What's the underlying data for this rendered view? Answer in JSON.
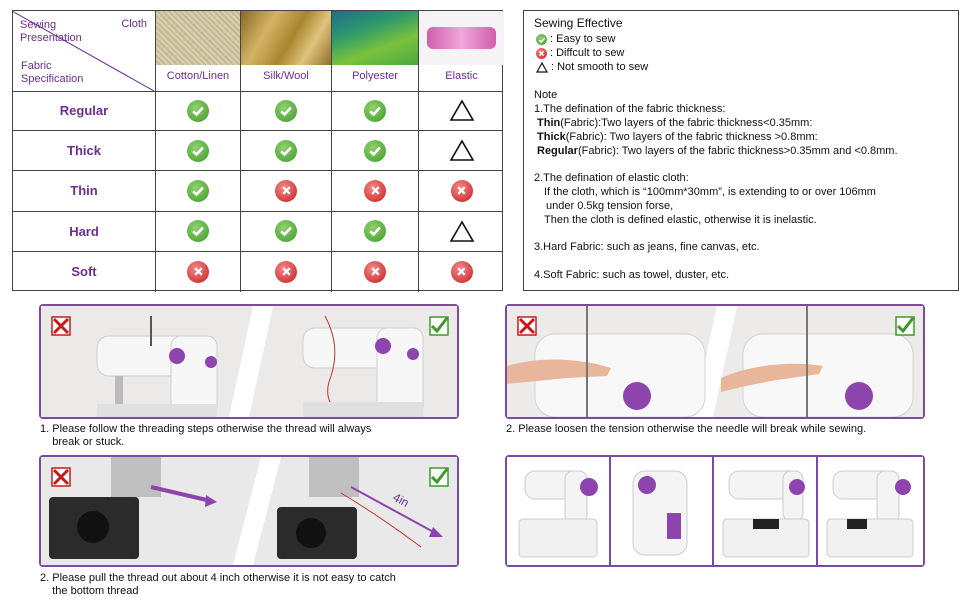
{
  "table": {
    "corner": {
      "top_left": "Sewing\nPresentation",
      "top_right": "Cloth",
      "bottom_left": "Fabric\nSpecification"
    },
    "fabrics": [
      {
        "label": "Cotton/Linen",
        "swatch": "#cfc6a8"
      },
      {
        "label": "Silk/Wool",
        "swatch": "#b8963d"
      },
      {
        "label": "Polyester",
        "swatch": "#2f8a5a"
      },
      {
        "label": "Elastic",
        "swatch": "#e88fc9"
      }
    ],
    "rows": [
      {
        "label": "Regular",
        "cells": [
          "ok",
          "ok",
          "ok",
          "tri"
        ]
      },
      {
        "label": "Thick",
        "cells": [
          "ok",
          "ok",
          "ok",
          "tri"
        ]
      },
      {
        "label": "Thin",
        "cells": [
          "ok",
          "no",
          "no",
          "no"
        ]
      },
      {
        "label": "Hard",
        "cells": [
          "ok",
          "ok",
          "ok",
          "tri"
        ]
      },
      {
        "label": "Soft",
        "cells": [
          "no",
          "no",
          "no",
          "no"
        ]
      }
    ]
  },
  "notes": {
    "title": "Sewing Effective",
    "legend": [
      {
        "icon": "check-circle-icon",
        "text": ": Easy to sew"
      },
      {
        "icon": "x-circle-icon",
        "text": ": Diffcult to sew"
      },
      {
        "icon": "triangle-icon",
        "text": ": Not smooth to sew"
      }
    ],
    "note_heading": "Note",
    "n1": "1.The defination of the fabric thickness:",
    "n1_thin_label": "Thin",
    "n1_thin_text": "(Fabric):Two layers of the fabric thickness<0.35mm:",
    "n1_thick_label": "Thick",
    "n1_thick_text": "(Fabric): Two layers of the fabric thickness >0.8mm:",
    "n1_regular_label": "Regular",
    "n1_regular_text": "(Fabric): Two layers of the fabric thickness>0.35mm and <0.8mm.",
    "n2": "2.The defination of elastic cloth:",
    "n2_l1": "If the cloth, which is “100mm*30mm”, is extending to or over 106mm",
    "n2_l2": "under 0.5kg tension forse,",
    "n2_l3": "Then the cloth is defined elastic, otherwise it is inelastic.",
    "n3": "3.Hard Fabric: such as jeans, fine canvas, etc.",
    "n4": "4.Soft Fabric: such as towel, duster, etc."
  },
  "captions": {
    "c1": "1. Please follow the threading steps otherwise the thread will always\n    break or stuck.",
    "c2": "2. Please loosen the tension otherwise the needle will break while sewing.",
    "c3": "2. Please pull the thread out about 4 inch otherwise it is not easy to catch\n    the bottom thread",
    "measure": "4in"
  },
  "colors": {
    "accent": "#7a4ba0",
    "ok": "#3c9a2c",
    "no": "#c91a1a",
    "machine": "#f2f2f2",
    "knob": "#8e44ad"
  }
}
